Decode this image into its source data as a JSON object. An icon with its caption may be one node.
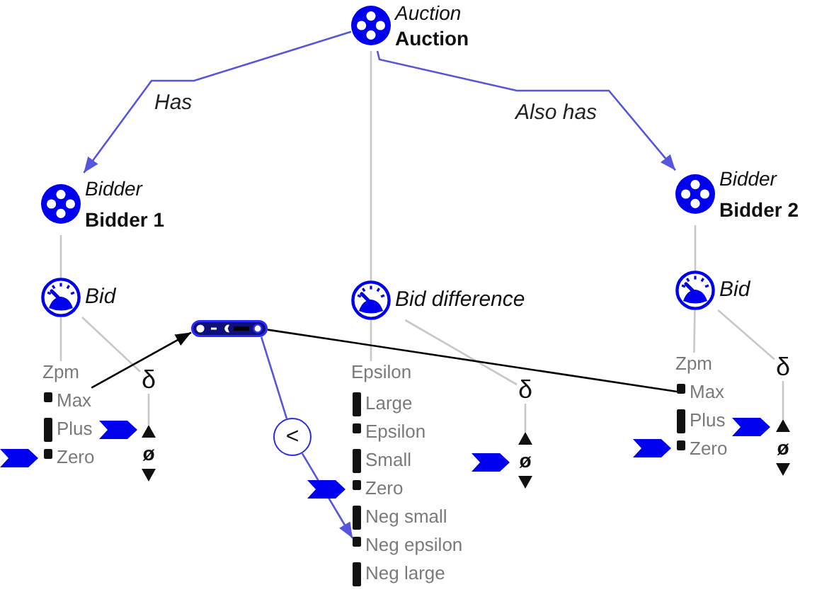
{
  "diagram": {
    "nodes": [
      {
        "text": [
          "Auction",
          "Auction"
        ]
      },
      {
        "text": [
          "Bidder",
          "Bidder 1"
        ]
      },
      {
        "text": [
          "Bidder",
          "Bidder 2"
        ]
      },
      {
        "text": [
          "Bid"
        ]
      },
      {
        "text": [
          "Bid difference"
        ]
      },
      {
        "text": [
          "Bid"
        ]
      },
      {
        "text": [],
        "shape": "bar"
      },
      {
        "text": [
          "Zpm"
        ]
      },
      {
        "text": [
          "δ"
        ]
      },
      {
        "text": [
          "Max"
        ]
      },
      {
        "text": [
          "Plus"
        ]
      },
      {
        "text": [
          "Zero"
        ]
      },
      {
        "text": [
          "ø"
        ]
      },
      {
        "text": [
          "Epsilon"
        ]
      },
      {
        "text": [
          "δ"
        ]
      },
      {
        "text": [
          "Large"
        ]
      },
      {
        "text": [
          "Epsilon"
        ]
      },
      {
        "text": [
          "<"
        ]
      },
      {
        "text": [
          "Small"
        ]
      },
      {
        "text": [
          "Zero"
        ]
      },
      {
        "text": [
          "ø"
        ]
      },
      {
        "text": [
          "Neg small"
        ]
      },
      {
        "text": [
          "Neg epsilon"
        ]
      },
      {
        "text": [
          "Neg large"
        ]
      },
      {
        "text": [
          "Zpm"
        ]
      },
      {
        "text": [
          "δ"
        ]
      },
      {
        "text": [
          "Max"
        ]
      },
      {
        "text": [
          "Plus"
        ]
      },
      {
        "text": [
          "Zero"
        ]
      },
      {
        "text": [
          "ø"
        ]
      }
    ],
    "edges": [
      {
        "from": 0,
        "to": 1,
        "arrow": "to",
        "label": "Has",
        "color": "#5555dd"
      },
      {
        "from": 0,
        "to": 2,
        "arrow": "to",
        "label": "Also has",
        "color": "#5555dd"
      },
      {
        "from": 0,
        "to": 4,
        "arrow": "none"
      },
      {
        "from": 1,
        "to": 3,
        "arrow": "none"
      },
      {
        "from": 2,
        "to": 5,
        "arrow": "none"
      },
      {
        "from": 3,
        "to": 7,
        "arrow": "none"
      },
      {
        "from": 3,
        "to": 8,
        "arrow": "none"
      },
      {
        "from": 4,
        "to": 13,
        "arrow": "none"
      },
      {
        "from": 4,
        "to": 14,
        "arrow": "none"
      },
      {
        "from": 5,
        "to": 24,
        "arrow": "none"
      },
      {
        "from": 5,
        "to": 25,
        "arrow": "none"
      },
      {
        "from": 8,
        "to": 12,
        "arrow": "none"
      },
      {
        "from": 14,
        "to": 20,
        "arrow": "none"
      },
      {
        "from": 25,
        "to": 29,
        "arrow": "none"
      },
      {
        "from": 9,
        "to": 6,
        "arrow": "to",
        "color": "#000000"
      },
      {
        "from": 6,
        "to": 26,
        "arrow": "none",
        "color": "#000000"
      },
      {
        "from": 6,
        "to": 17,
        "arrow": "none",
        "color": "#5555dd"
      },
      {
        "from": 17,
        "to": 22,
        "arrow": "to",
        "color": "#5555dd"
      }
    ]
  }
}
